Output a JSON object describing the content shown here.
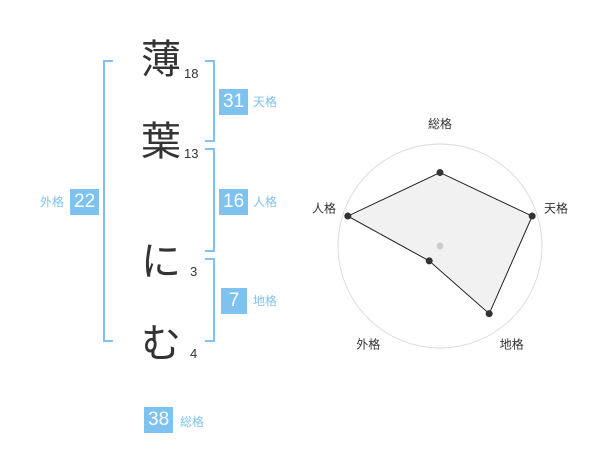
{
  "name_chars": [
    {
      "char": "薄",
      "strokes": "18"
    },
    {
      "char": "葉",
      "strokes": "13"
    },
    {
      "char": "に",
      "strokes": "3"
    },
    {
      "char": "む",
      "strokes": "4"
    }
  ],
  "fortunes": {
    "tenkaku": {
      "label": "天格",
      "value": "31"
    },
    "jinkaku": {
      "label": "人格",
      "value": "16"
    },
    "chikaku": {
      "label": "地格",
      "value": "7"
    },
    "gaikaku": {
      "label": "外格",
      "value": "22"
    },
    "soukaku": {
      "label": "総格",
      "value": "38"
    }
  },
  "colors": {
    "accent": "#7ec3f0",
    "text": "#333333",
    "radar_fill": "#eeeeee",
    "grid": "#dddddd"
  },
  "radar": {
    "axes": [
      {
        "label": "総格",
        "value": 0.72
      },
      {
        "label": "天格",
        "value": 0.95
      },
      {
        "label": "地格",
        "value": 0.82
      },
      {
        "label": "外格",
        "value": 0.18
      },
      {
        "label": "人格",
        "value": 0.95
      }
    ],
    "rings": 5
  }
}
